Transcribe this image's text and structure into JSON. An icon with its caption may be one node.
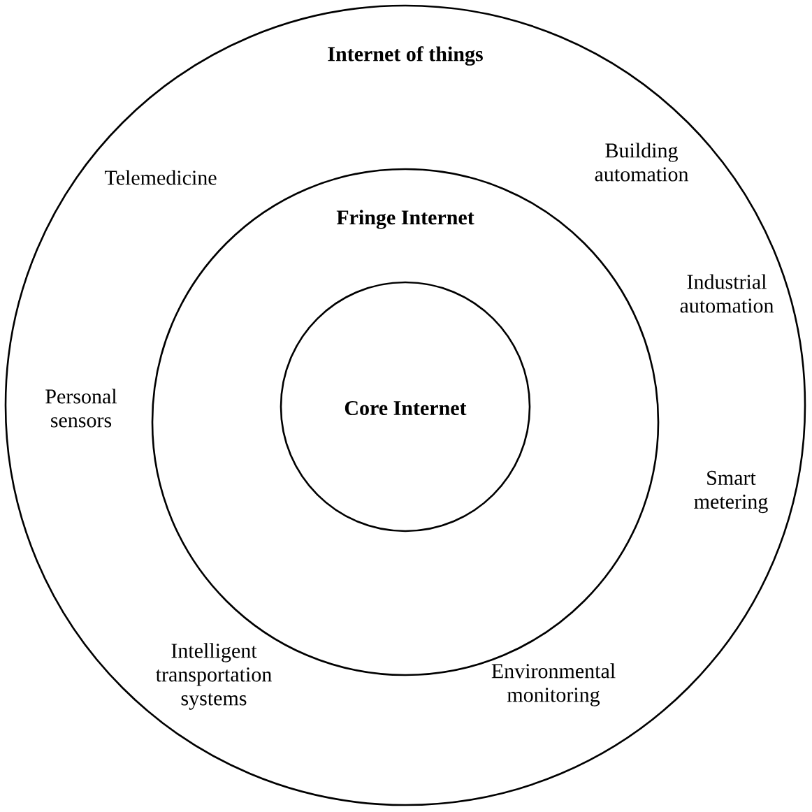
{
  "diagram": {
    "nodes": [
      {
        "text": [
          "Internet of things"
        ]
      },
      {
        "text": [
          "Fringe Internet"
        ],
        "in": 0
      },
      {
        "text": [
          "Core Internet"
        ],
        "in": 1
      }
    ],
    "labels": [
      "Telemedicine",
      "Building automation",
      "Industrial automation",
      "Personal sensors",
      "Smart metering",
      "Intelligent transportation systems",
      "Environmental monitoring"
    ]
  }
}
